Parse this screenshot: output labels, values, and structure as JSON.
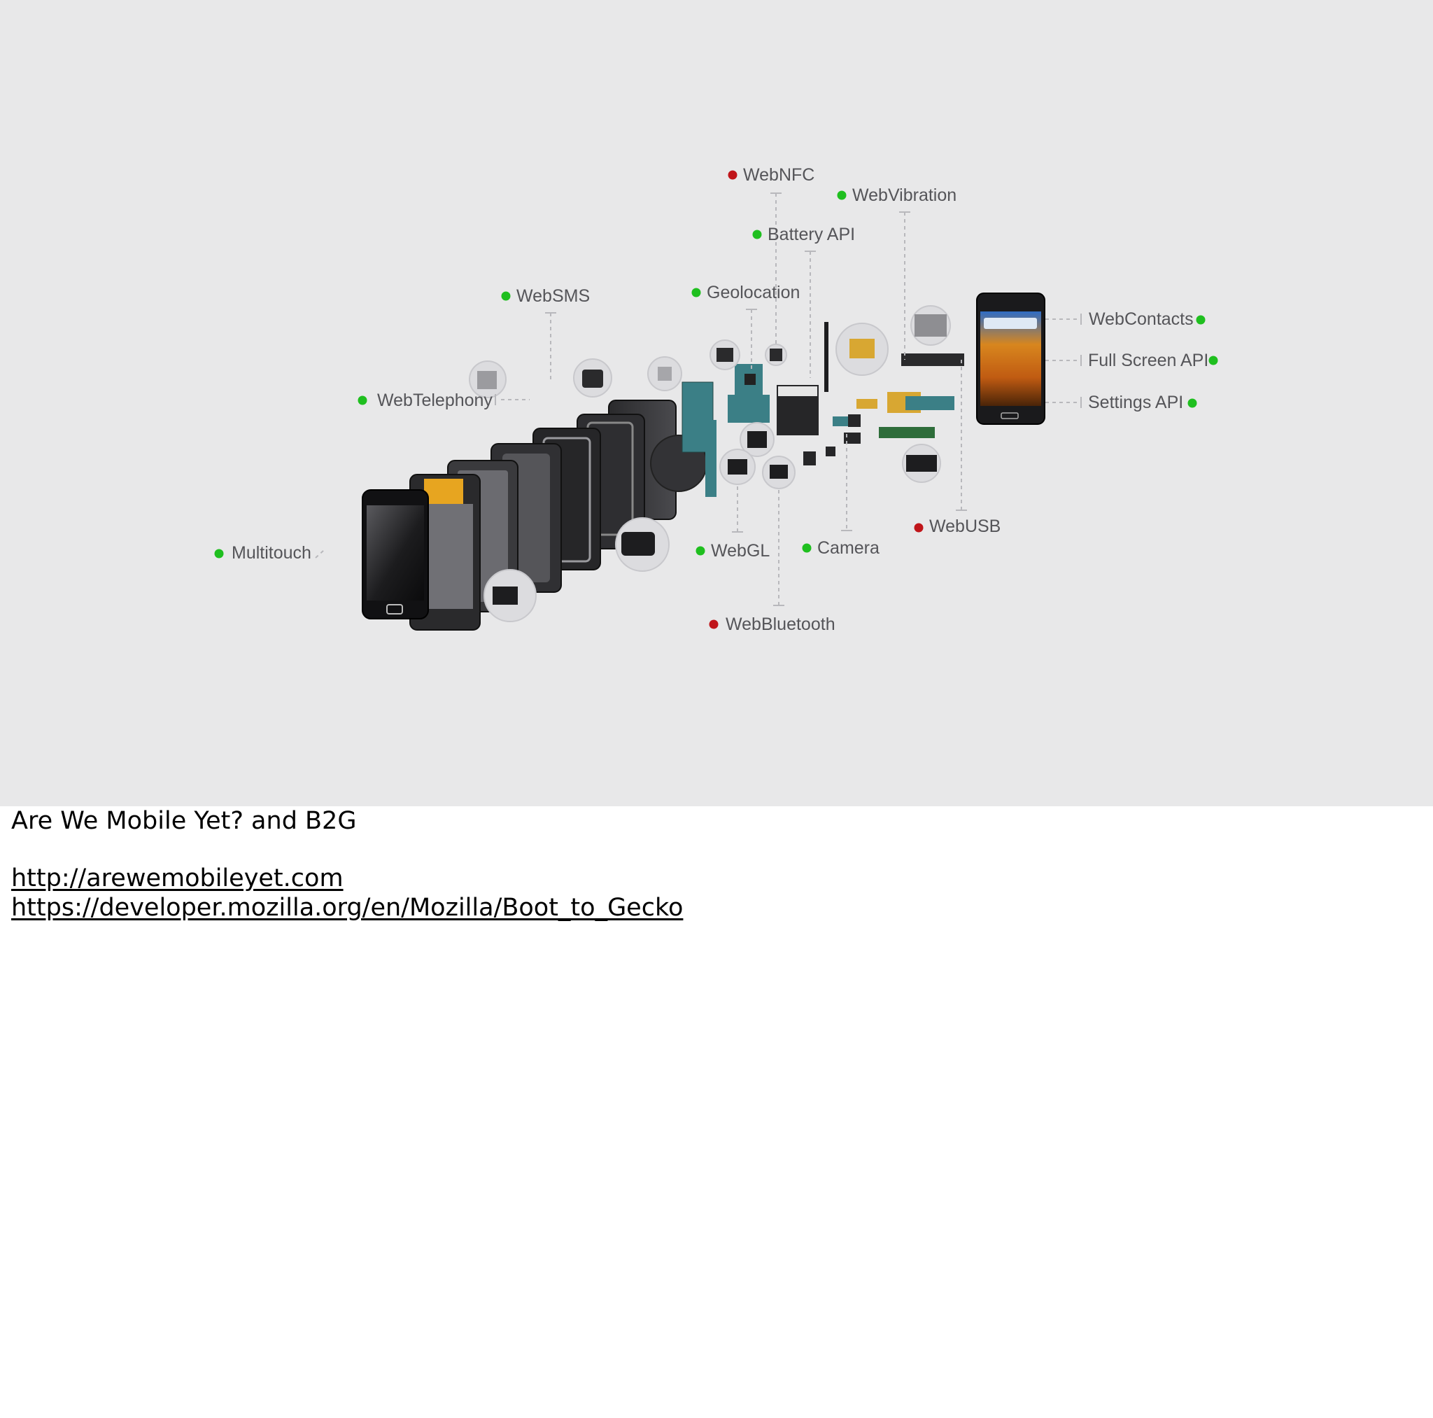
{
  "diagram": {
    "labels": [
      {
        "id": "webnfc",
        "text": "WebNFC",
        "status": "unsupported"
      },
      {
        "id": "webvibration",
        "text": "WebVibration",
        "status": "supported"
      },
      {
        "id": "battery",
        "text": "Battery API",
        "status": "supported"
      },
      {
        "id": "websms",
        "text": "WebSMS",
        "status": "supported"
      },
      {
        "id": "geolocation",
        "text": "Geolocation",
        "status": "supported"
      },
      {
        "id": "webcontacts",
        "text": "WebContacts",
        "status": "supported"
      },
      {
        "id": "fullscreen",
        "text": "Full Screen API",
        "status": "supported"
      },
      {
        "id": "settings",
        "text": "Settings API",
        "status": "supported"
      },
      {
        "id": "webtelephony",
        "text": "WebTelephony",
        "status": "supported"
      },
      {
        "id": "webusb",
        "text": "WebUSB",
        "status": "unsupported"
      },
      {
        "id": "multitouch",
        "text": "Multitouch",
        "status": "supported"
      },
      {
        "id": "webgl",
        "text": "WebGL",
        "status": "supported"
      },
      {
        "id": "camera",
        "text": "Camera",
        "status": "supported"
      },
      {
        "id": "webbluetooth",
        "text": "WebBluetooth",
        "status": "unsupported"
      }
    ],
    "status_colors": {
      "supported": "#1fbf1f",
      "unsupported": "#c0151a"
    },
    "background_color": "#e8e8e9"
  },
  "caption": {
    "title": "Are We Mobile Yet? and B2G",
    "links": [
      {
        "text": "http://arewemobileyet.com"
      },
      {
        "text": "https://developer.mozilla.org/en/Mozilla/Boot_to_Gecko"
      }
    ]
  }
}
